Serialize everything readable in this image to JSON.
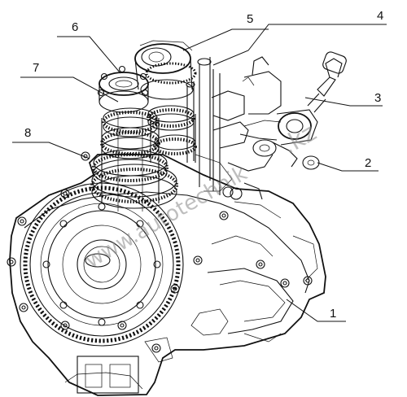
{
  "callouts": [
    {
      "number": "1"
    },
    {
      "number": "2"
    },
    {
      "number": "3"
    },
    {
      "number": "4"
    },
    {
      "number": "5"
    },
    {
      "number": "6"
    },
    {
      "number": "7"
    },
    {
      "number": "8"
    }
  ],
  "watermark": {
    "text1": "www.autotechnik",
    "text2": ".kz"
  }
}
